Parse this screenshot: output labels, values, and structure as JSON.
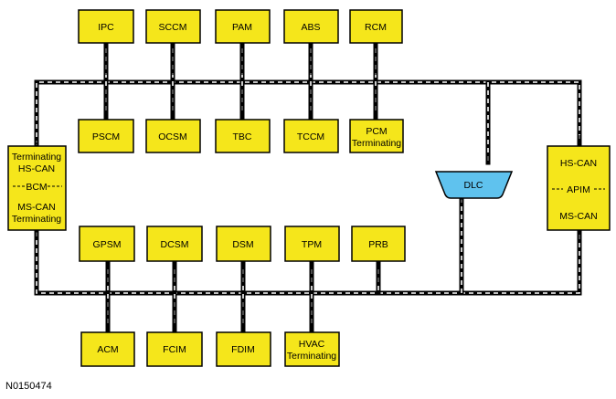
{
  "figure_id": "N0150474",
  "modules": {
    "ipc": "IPC",
    "sccm": "SCCM",
    "pam": "PAM",
    "abs": "ABS",
    "rcm": "RCM",
    "pscm": "PSCM",
    "ocsm": "OCSM",
    "tbc": "TBC",
    "tccm": "TCCM",
    "pcm": [
      "PCM",
      "Terminating"
    ],
    "bcm": [
      "Terminating",
      "HS-CAN",
      "BCM",
      "MS-CAN",
      "Terminating"
    ],
    "dlc": "DLC",
    "apim": [
      "HS-CAN",
      "APIM",
      "MS-CAN"
    ],
    "gpsm": "GPSM",
    "dcsm": "DCSM",
    "dsm": "DSM",
    "tpm": "TPM",
    "prb": "PRB",
    "acm": "ACM",
    "fcim": "FCIM",
    "fdim": "FDIM",
    "hvac": [
      "HVAC",
      "Terminating"
    ]
  },
  "colors": {
    "module_fill": "#f5e61b",
    "dlc_fill": "#5fc2ee",
    "bus": "#000000"
  }
}
